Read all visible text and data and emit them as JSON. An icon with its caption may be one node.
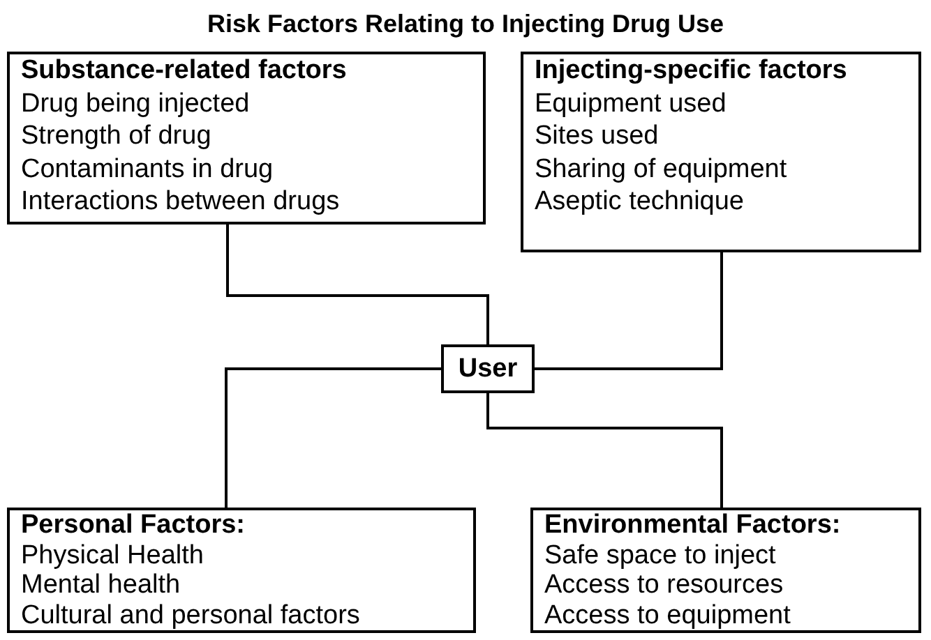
{
  "diagram": {
    "title": "Risk Factors Relating to Injecting Drug Use",
    "nodes": [
      {
        "text": [
          "Substance-related factors",
          "Drug being injected",
          "Strength of drug",
          "Contaminants in drug",
          "Interactions between drugs"
        ]
      },
      {
        "text": [
          "Injecting-specific factors",
          "Equipment used",
          "Sites used",
          "Sharing of equipment",
          "Aseptic technique"
        ]
      },
      {
        "text": [
          "User"
        ]
      },
      {
        "text": [
          "Personal Factors:",
          "Physical Health",
          "Mental health",
          "Cultural and personal factors"
        ]
      },
      {
        "text": [
          "Environmental Factors:",
          "Safe space to inject",
          "Access to resources",
          "Access to equipment"
        ]
      }
    ],
    "edges": [
      {
        "from": 0,
        "to": 2,
        "arrow": "none"
      },
      {
        "from": 1,
        "to": 2,
        "arrow": "none"
      },
      {
        "from": 2,
        "to": 3,
        "arrow": "none"
      },
      {
        "from": 2,
        "to": 4,
        "arrow": "none"
      }
    ]
  }
}
